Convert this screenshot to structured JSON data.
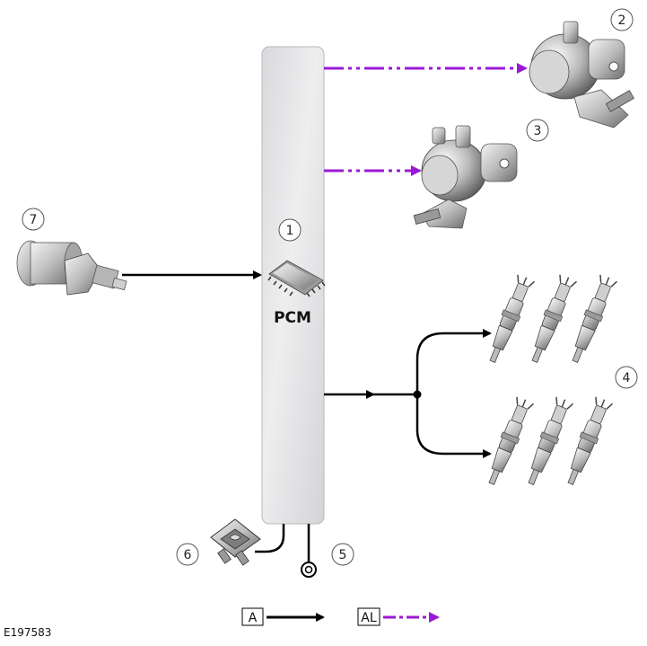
{
  "module": {
    "label": "PCM"
  },
  "callouts": {
    "c1": "1",
    "c2": "2",
    "c3": "3",
    "c4": "4",
    "c5": "5",
    "c6": "6",
    "c7": "7"
  },
  "legend": {
    "solid_key": "A",
    "dashed_key": "AL"
  },
  "figure_ref": "E197583",
  "colors": {
    "signal": "#000000",
    "lin": "#9b19d6",
    "module_fill": "#e4e4e6"
  }
}
